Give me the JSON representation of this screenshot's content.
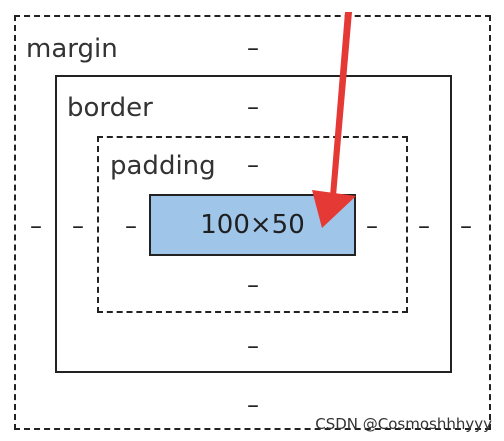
{
  "labels": {
    "margin": "margin",
    "border": "border",
    "padding": "padding",
    "content": "100×50"
  },
  "dash": "–",
  "watermark": "CSDN @Cosmoshhhyyy",
  "colors": {
    "content_fill": "#9fc5e8",
    "arrow": "#e53935"
  },
  "icons": {
    "pointer": "red-arrow-icon"
  }
}
